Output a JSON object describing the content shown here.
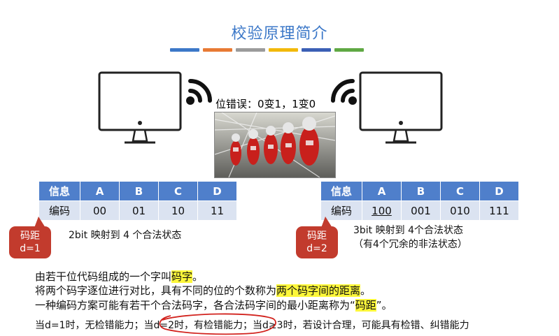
{
  "title": "校验原理简介",
  "colors": {
    "title": "#3c78c8",
    "bar": [
      "#3c78c8",
      "#e87a34",
      "#9b9b9b",
      "#f2b90b",
      "#3b5fb5",
      "#5fa843"
    ],
    "header_bg": "#4f7fcb",
    "body_bg": "#dbe3f1",
    "badge": "#c23b2d",
    "highlight": "#fdf73a"
  },
  "bit_error_label": "位错误：0变1，1变0",
  "left_table": {
    "header": [
      "信息",
      "A",
      "B",
      "C",
      "D"
    ],
    "row": [
      "编码",
      "00",
      "01",
      "10",
      "11"
    ]
  },
  "right_table": {
    "header": [
      "信息",
      "A",
      "B",
      "C",
      "D"
    ],
    "row": [
      "编码",
      "100",
      "001",
      "010",
      "111"
    ]
  },
  "left_badge": {
    "line1": "码距",
    "line2": "d=1"
  },
  "right_badge": {
    "line1": "码距",
    "line2": "d=2"
  },
  "left_note": "2bit 映射到 4 个合法状态",
  "right_note": {
    "line1": "3bit 映射到 4个合法状态",
    "line2": "（有4个冗余的非法状态）"
  },
  "paragraphs": {
    "p1_a": "由若干位代码组成的一个字叫",
    "p1_hl": "码字",
    "p1_b": "。",
    "p2_a": "将两个码字逐位进行对比，具有不同的位的个数称为",
    "p2_hl": "两个码字间的距离",
    "p2_b": "。",
    "p3_a": "一种编码方案可能有若干个合法码字，各合法码字间的最小距离称为“",
    "p3_hl": "码距",
    "p3_b": "”。",
    "p4": "当d=1时，无检错能力；当d=2时，有检错能力；当d≥3时，若设计合理，可能具有检错、纠错能力"
  }
}
